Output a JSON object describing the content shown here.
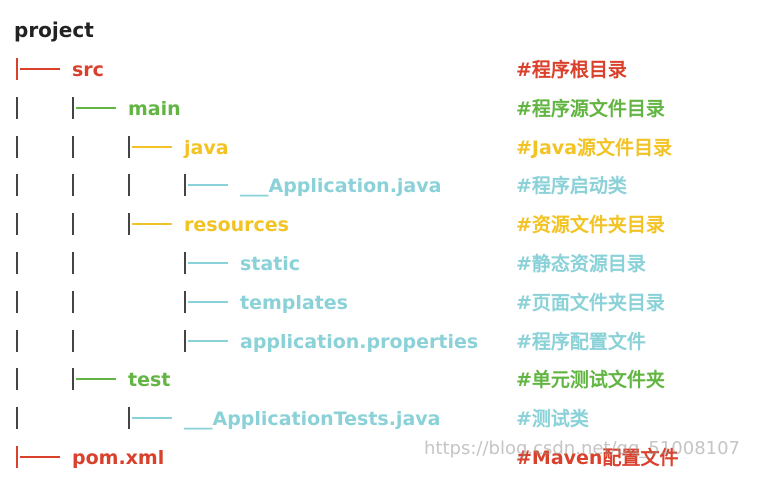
{
  "title": "project",
  "colors": {
    "root": "#d9412c",
    "level1": "#63b543",
    "level2": "#f2c324",
    "level3": "#8ad1d8",
    "bar": "#444444"
  },
  "rows": [
    {
      "level": 0,
      "name": "src",
      "comment": "#程序根目录",
      "color": "#d9412c",
      "bars": []
    },
    {
      "level": 1,
      "name": "main",
      "comment": "#程序源文件目录",
      "color": "#63b543",
      "bars": [
        0
      ]
    },
    {
      "level": 2,
      "name": "java",
      "comment": "#Java源文件目录",
      "color": "#f2c324",
      "bars": [
        0,
        1
      ]
    },
    {
      "level": 3,
      "name": "___Application.java",
      "comment": "#程序启动类",
      "color": "#8ad1d8",
      "bars": [
        0,
        1,
        2
      ]
    },
    {
      "level": 2,
      "name": "resources",
      "comment": "#资源文件夹目录",
      "color": "#f2c324",
      "bars": [
        0,
        1
      ]
    },
    {
      "level": 3,
      "name": "static",
      "comment": "#静态资源目录",
      "color": "#8ad1d8",
      "bars": [
        0,
        1
      ]
    },
    {
      "level": 3,
      "name": "templates",
      "comment": "#页面文件夹目录",
      "color": "#8ad1d8",
      "bars": [
        0,
        1
      ]
    },
    {
      "level": 3,
      "name": "application.properties",
      "comment": "#程序配置文件",
      "color": "#8ad1d8",
      "bars": [
        0,
        1
      ]
    },
    {
      "level": 1,
      "name": "test",
      "comment": "#单元测试文件夹",
      "color": "#63b543",
      "bars": [
        0
      ]
    },
    {
      "level": 2,
      "name": "___ApplicationTests.java",
      "comment": "#测试类",
      "color": "#8ad1d8",
      "bars": [
        0
      ]
    },
    {
      "level": 0,
      "name": "pom.xml",
      "comment": "#Maven配置文件",
      "color": "#d9412c",
      "bars": []
    }
  ],
  "watermark": "https://blog.csdn.net/qq_51008107"
}
